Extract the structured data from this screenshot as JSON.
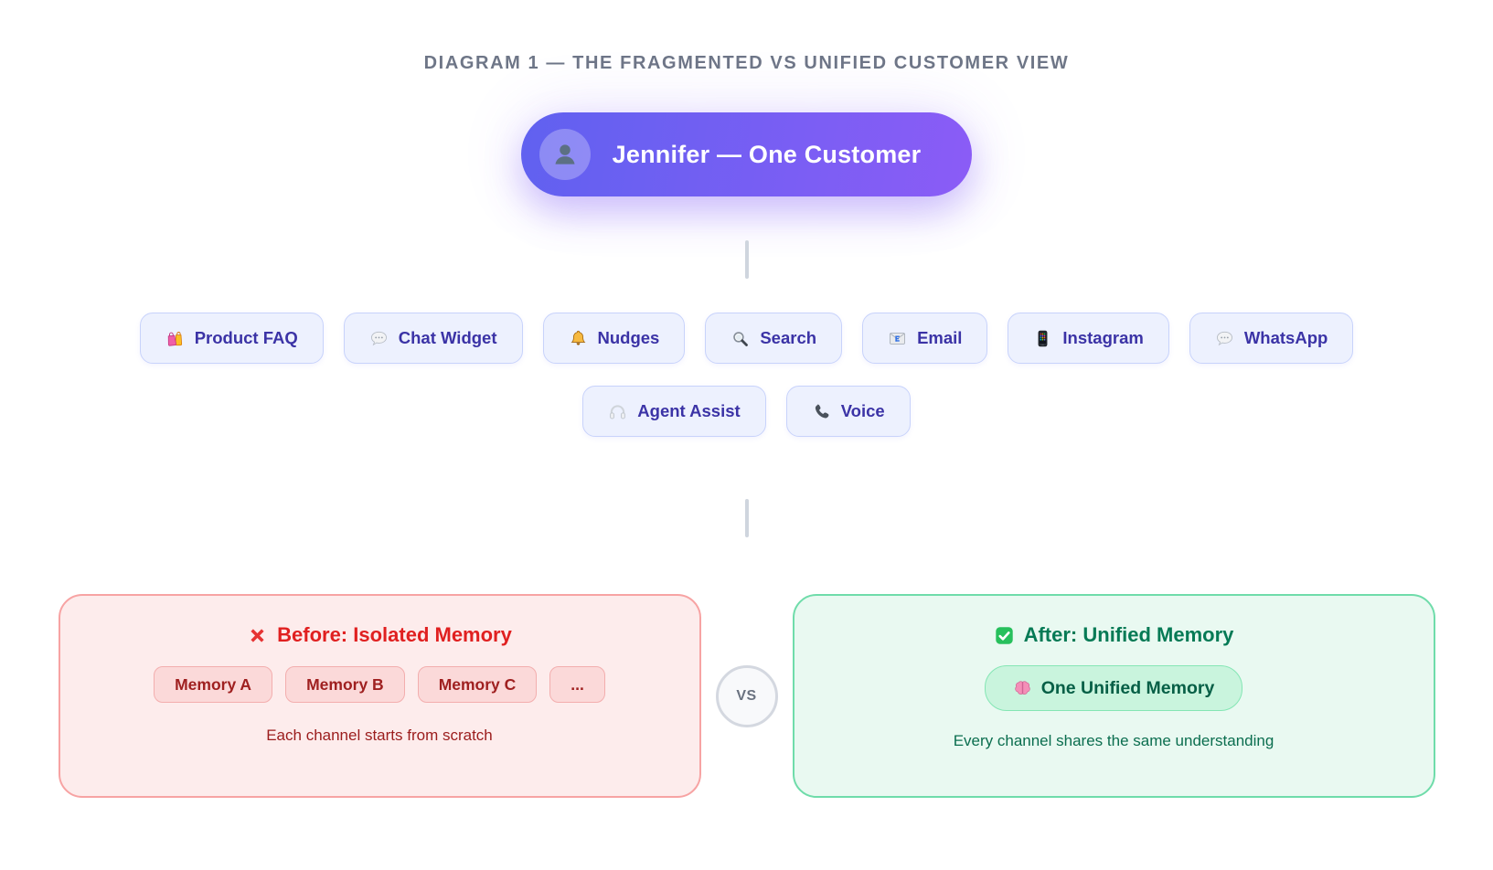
{
  "page": {
    "title": "DIAGRAM 1 — THE FRAGMENTED VS UNIFIED CUSTOMER VIEW"
  },
  "customer": {
    "label": "Jennifer — One Customer",
    "icon": "bust-silhouette-icon"
  },
  "channels": {
    "row1": [
      {
        "label": "Product FAQ",
        "icon": "shopping-bags-icon"
      },
      {
        "label": "Chat Widget",
        "icon": "speech-balloon-icon"
      },
      {
        "label": "Nudges",
        "icon": "bell-icon"
      },
      {
        "label": "Search",
        "icon": "magnifier-icon"
      },
      {
        "label": "Email",
        "icon": "email-icon"
      },
      {
        "label": "Instagram",
        "icon": "mobile-phone-icon"
      },
      {
        "label": "WhatsApp",
        "icon": "speech-balloon-icon"
      }
    ],
    "row2": [
      {
        "label": "Agent Assist",
        "icon": "headphones-icon"
      },
      {
        "label": "Voice",
        "icon": "telephone-receiver-icon"
      }
    ]
  },
  "comparison": {
    "vs_label": "VS",
    "before": {
      "icon": "cross-mark-icon",
      "title": "Before: Isolated Memory",
      "memory_chips": [
        "Memory A",
        "Memory B",
        "Memory C",
        "..."
      ],
      "caption": "Each channel starts from scratch"
    },
    "after": {
      "icon": "check-mark-icon",
      "title": "After: Unified Memory",
      "pill": {
        "icon": "brain-icon",
        "label": "One Unified Memory"
      },
      "caption": "Every channel shares the same understanding"
    }
  },
  "colors": {
    "customer_gradient_start": "#6061f0",
    "customer_gradient_end": "#8b5cf6",
    "channel_chip_bg": "#edf1fe",
    "channel_chip_border": "#c8d3fb",
    "channel_text": "#3b33a6",
    "before_bg": "#fdecec",
    "before_border": "#f7a3a3",
    "before_accent": "#e02020",
    "before_text": "#9b1c1c",
    "after_bg": "#e9f9f1",
    "after_border": "#6fdcaa",
    "after_accent": "#057a55",
    "after_text": "#065f46",
    "connector": "#cfd5de",
    "title_text": "#6e7687"
  }
}
